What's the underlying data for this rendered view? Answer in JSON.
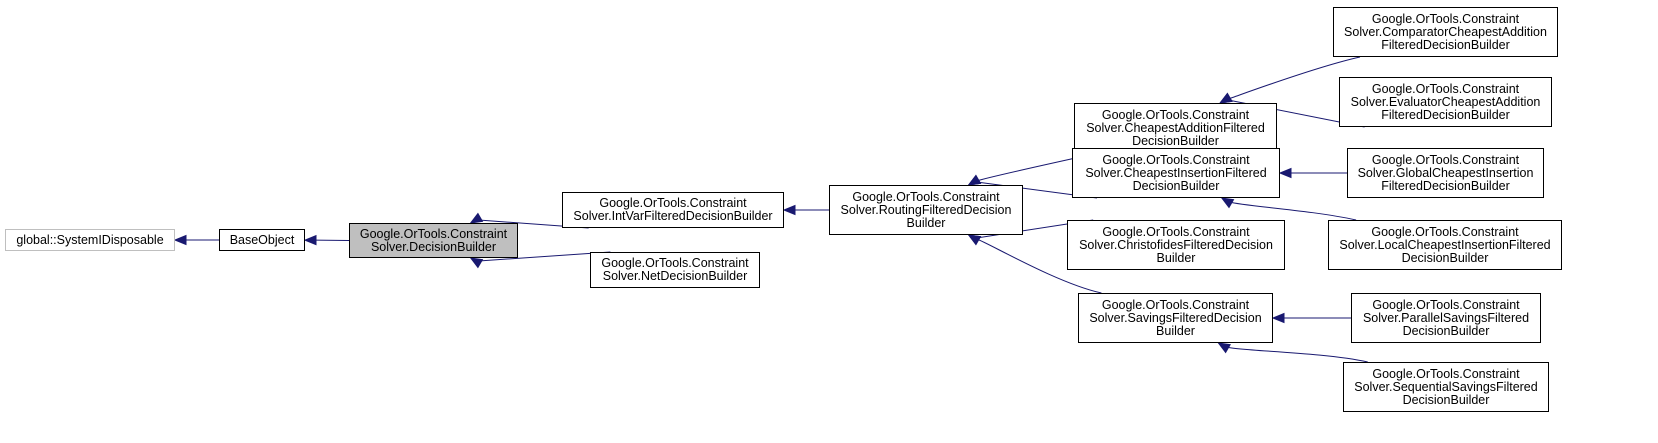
{
  "diagram": {
    "type": "class-inheritance-graph",
    "nodes": [
      {
        "id": "global-systemidisposable",
        "lines": [
          "global::SystemIDisposable"
        ],
        "style": "external"
      },
      {
        "id": "baseobject",
        "lines": [
          "BaseObject"
        ],
        "style": "link"
      },
      {
        "id": "decisionbuilder",
        "lines": [
          "Google.OrTools.Constraint",
          "Solver.DecisionBuilder"
        ],
        "style": "current"
      },
      {
        "id": "intvarfiltered",
        "lines": [
          "Google.OrTools.Constraint",
          "Solver.IntVarFilteredDecisionBuilder"
        ],
        "style": "link"
      },
      {
        "id": "netdecision",
        "lines": [
          "Google.OrTools.Constraint",
          "Solver.NetDecisionBuilder"
        ],
        "style": "link"
      },
      {
        "id": "routingfiltered",
        "lines": [
          "Google.OrTools.Constraint",
          "Solver.RoutingFilteredDecision",
          "Builder"
        ],
        "style": "link"
      },
      {
        "id": "cheapestaddition",
        "lines": [
          "Google.OrTools.Constraint",
          "Solver.CheapestAdditionFiltered",
          "DecisionBuilder"
        ],
        "style": "link"
      },
      {
        "id": "cheapestinsertion",
        "lines": [
          "Google.OrTools.Constraint",
          "Solver.CheapestInsertionFiltered",
          "DecisionBuilder"
        ],
        "style": "link"
      },
      {
        "id": "christofides",
        "lines": [
          "Google.OrTools.Constraint",
          "Solver.ChristofidesFilteredDecision",
          "Builder"
        ],
        "style": "link"
      },
      {
        "id": "savingsfiltered",
        "lines": [
          "Google.OrTools.Constraint",
          "Solver.SavingsFilteredDecision",
          "Builder"
        ],
        "style": "link"
      },
      {
        "id": "comparatorcheapest",
        "lines": [
          "Google.OrTools.Constraint",
          "Solver.ComparatorCheapestAddition",
          "FilteredDecisionBuilder"
        ],
        "style": "link"
      },
      {
        "id": "evaluatorcheapest",
        "lines": [
          "Google.OrTools.Constraint",
          "Solver.EvaluatorCheapestAddition",
          "FilteredDecisionBuilder"
        ],
        "style": "link"
      },
      {
        "id": "globalcheapest",
        "lines": [
          "Google.OrTools.Constraint",
          "Solver.GlobalCheapestInsertion",
          "FilteredDecisionBuilder"
        ],
        "style": "link"
      },
      {
        "id": "localcheapest",
        "lines": [
          "Google.OrTools.Constraint",
          "Solver.LocalCheapestInsertionFiltered",
          "DecisionBuilder"
        ],
        "style": "link"
      },
      {
        "id": "parallelsavings",
        "lines": [
          "Google.OrTools.Constraint",
          "Solver.ParallelSavingsFiltered",
          "DecisionBuilder"
        ],
        "style": "link"
      },
      {
        "id": "sequentialsavings",
        "lines": [
          "Google.OrTools.Constraint",
          "Solver.SequentialSavingsFiltered",
          "DecisionBuilder"
        ],
        "style": "link"
      }
    ],
    "edges": [
      {
        "from": "baseobject",
        "to": "global-systemidisposable"
      },
      {
        "from": "decisionbuilder",
        "to": "baseobject"
      },
      {
        "from": "intvarfiltered",
        "to": "decisionbuilder"
      },
      {
        "from": "netdecision",
        "to": "decisionbuilder"
      },
      {
        "from": "routingfiltered",
        "to": "intvarfiltered"
      },
      {
        "from": "cheapestaddition",
        "to": "routingfiltered"
      },
      {
        "from": "cheapestinsertion",
        "to": "routingfiltered"
      },
      {
        "from": "christofides",
        "to": "routingfiltered"
      },
      {
        "from": "savingsfiltered",
        "to": "routingfiltered"
      },
      {
        "from": "comparatorcheapest",
        "to": "cheapestaddition"
      },
      {
        "from": "evaluatorcheapest",
        "to": "cheapestaddition"
      },
      {
        "from": "globalcheapest",
        "to": "cheapestinsertion"
      },
      {
        "from": "localcheapest",
        "to": "cheapestinsertion"
      },
      {
        "from": "parallelsavings",
        "to": "savingsfiltered"
      },
      {
        "from": "sequentialsavings",
        "to": "savingsfiltered"
      }
    ],
    "colors": {
      "edge": "#191970",
      "border": "#000000",
      "external_border": "#bfbfbf",
      "current_fill": "#bfbfbf",
      "text": "#000000"
    }
  }
}
